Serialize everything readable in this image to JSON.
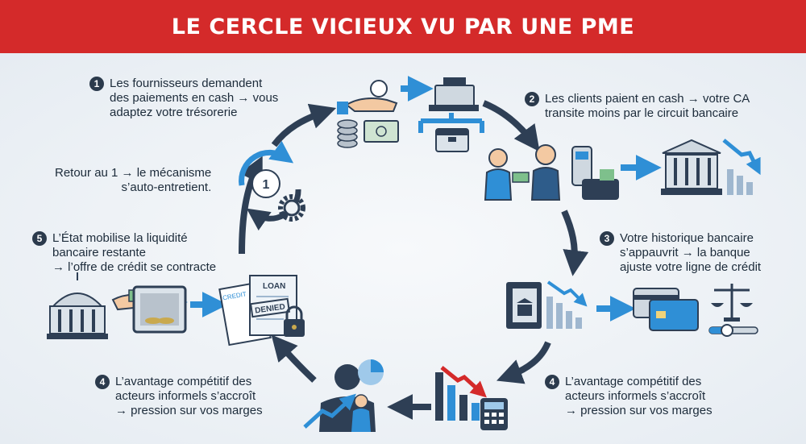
{
  "title": "LE CERCLE VICIEUX VU PAR UNE PME",
  "steps": {
    "s1": {
      "num": "1",
      "lines": [
        "Les fournisseurs demandent",
        "des paiements en cash → vous",
        "adaptez votre trésorerie"
      ]
    },
    "s2": {
      "num": "2",
      "lines": [
        "Les clients paient en cash → votre CA",
        "transite moins par le circuit bancaire"
      ]
    },
    "s3": {
      "num": "3",
      "lines": [
        "Votre historique bancaire",
        "s’appauvrit → la banque",
        "ajuste votre ligne de crédit"
      ]
    },
    "s4a": {
      "num": "4",
      "lines": [
        "L’avantage compétitif des",
        "acteurs informels s’accroît",
        "→ pression sur vos marges"
      ]
    },
    "s4b": {
      "num": "4",
      "lines": [
        "L’avantage compétitif des",
        "acteurs informels s’accroît",
        "→ pression sur vos marges"
      ]
    },
    "s5": {
      "num": "5",
      "lines": [
        "L’État mobilise la liquidité",
        "bancaire restante",
        "→ l’offre de crédit se contracte"
      ]
    },
    "loop": {
      "lines": [
        "Retour au 1 → le mécanisme",
        "s’auto-entretient."
      ]
    }
  },
  "center_badge": "1",
  "loan_doc": {
    "top": "LOAN",
    "stamp": "DENIED",
    "side": "CREDIT"
  },
  "colors": {
    "banner": "#d42a2a",
    "navy": "#2b3a4c",
    "blue": "#2f8fd6",
    "dark_arrow": "#2e3f55"
  }
}
